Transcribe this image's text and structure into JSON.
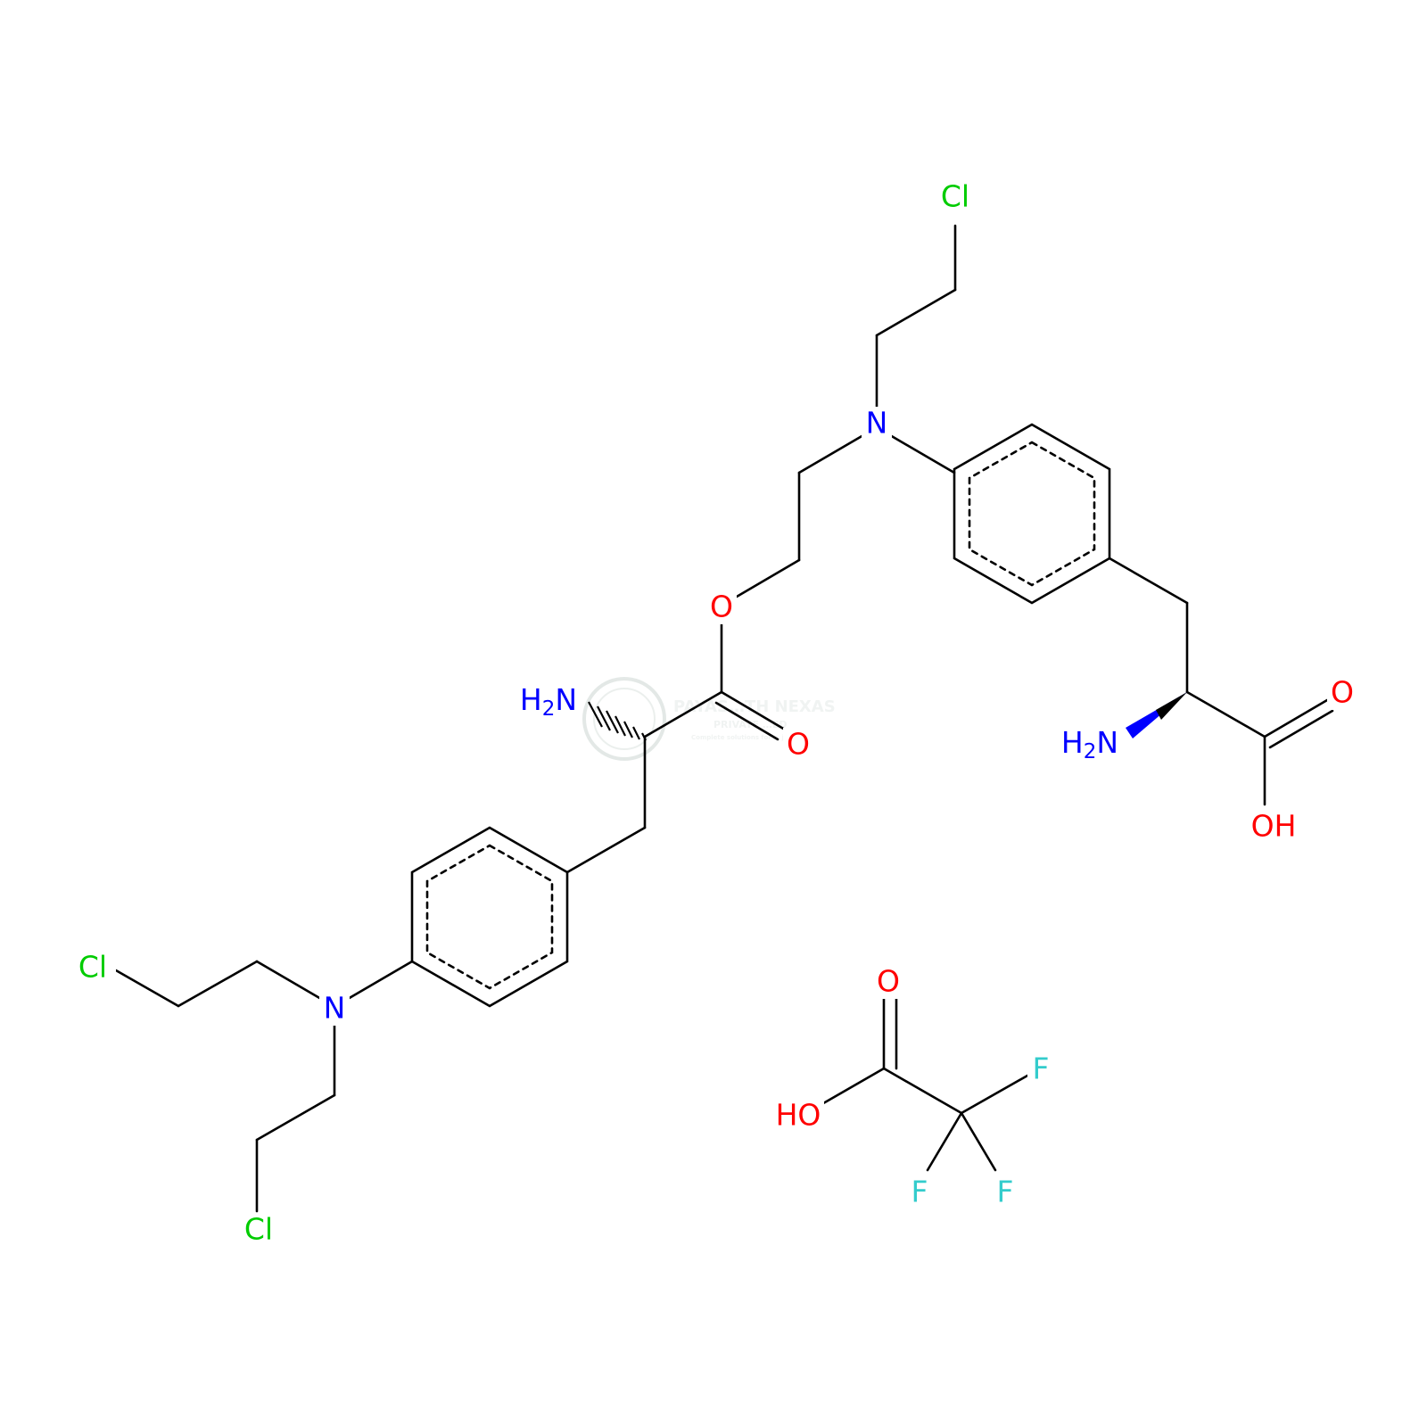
{
  "colors": {
    "bond": "#000000",
    "N": "#0000ff",
    "O": "#ff0000",
    "Cl": "#00cc00",
    "F": "#33cccc",
    "watermark": "#c9d3cf"
  },
  "watermark": {
    "line1": "PAYAS…TH NEXAS",
    "line2": "PRIVATE …ED",
    "line3": "Complete solutions for … journey"
  },
  "labels": {
    "cl_top": "Cl",
    "n_upper": "N",
    "o_ester": "O",
    "nh2_left": "H2N",
    "o_carbonyl_left": "O",
    "nh2_right": "H2N",
    "o_acid_right": "O",
    "oh_acid_right": "OH",
    "cl_left": "Cl",
    "n_lower": "N",
    "cl_bottom": "Cl",
    "o_tfa": "O",
    "ho_tfa": "HO",
    "f_tfa_1": "F",
    "f_tfa_2": "F",
    "f_tfa_3": "F"
  }
}
